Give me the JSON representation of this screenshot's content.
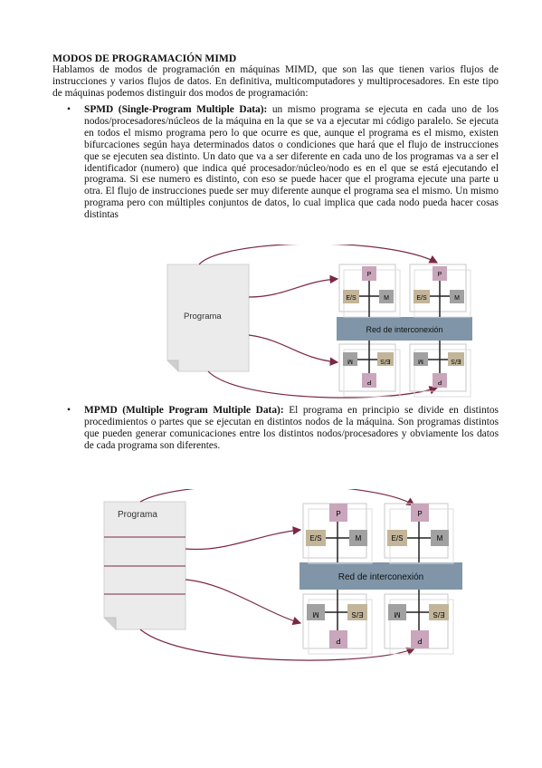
{
  "heading": "MODOS DE PROGRAMACIÓN MIMD",
  "intro": "Hablamos de modos de programación en máquinas MIMD, que son las que tienen varios flujos de instrucciones y varios flujos de datos. En definitiva, multicomputadores y multiprocesadores. En este tipo de máquinas podemos distinguir dos modos de programación:",
  "bullets": [
    {
      "marker": "•",
      "title": "SPMD (Single-Program Multiple Data):",
      "text": " un mismo programa se ejecuta en cada uno de los nodos/procesadores/núcleos de la máquina en la que se va a ejecutar mi código paralelo. Se ejecuta en todos el mismo programa pero lo que ocurre es que, aunque el programa es el mismo, existen bifurcaciones según haya determinados datos o condiciones que hará que el flujo de instrucciones que se ejecuten sea distinto. Un dato que va a ser diferente en cada uno de los programas va a ser el identificador (numero) que indica qué procesador/núcleo/nodo es en el que se está ejecutando el programa. Si ese numero es distinto, con eso se puede hacer que el programa ejecute una parte u otra. El flujo de instrucciones puede ser muy diferente aunque el programa sea el mismo. Un mismo programa pero con múltiples conjuntos de datos, lo cual implica que cada nodo pueda hacer cosas distintas"
    },
    {
      "marker": "•",
      "title": "MPMD (Multiple Program Multiple Data):",
      "text": " El programa en principio se divide en distintos procedimientos o partes que se ejecutan en distintos nodos de la máquina. Son programas distintos que pueden generar comunicaciones entre los distintos nodos/procesadores y obviamente los datos de cada programa son diferentes."
    }
  ],
  "diagram1": {
    "program_label": "Programa",
    "network_label": "Red de interconexión",
    "node_p": "P",
    "node_es": "E/S",
    "node_m": "M",
    "colors": {
      "doc": "#ebebeb",
      "network": "#8096a8",
      "p": "#c9a6bb",
      "es": "#c2b599",
      "m": "#a1a1a1",
      "line": "#7b2844"
    }
  },
  "diagram2": {
    "program_label": "Programa",
    "network_label": "Red de interconexión",
    "node_p": "P",
    "node_es": "E/S",
    "node_m": "M"
  }
}
